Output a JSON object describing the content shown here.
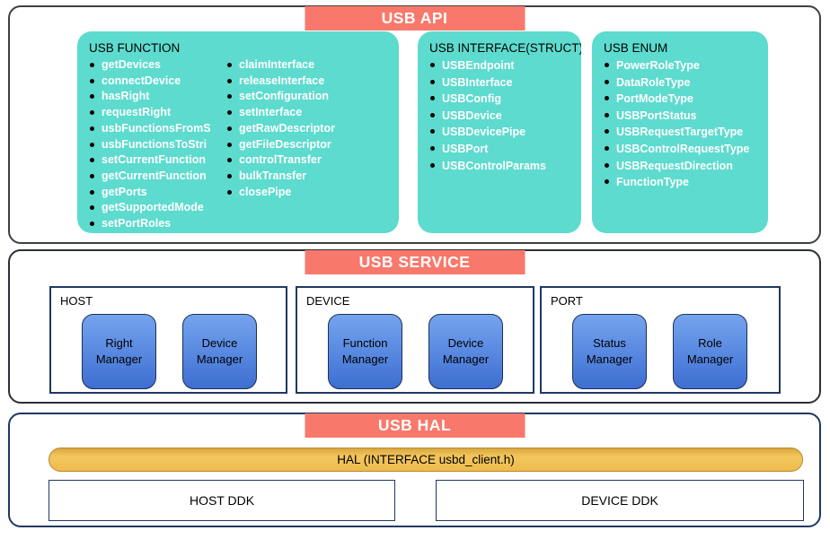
{
  "diagram": {
    "api": {
      "title": "USB API",
      "function_box": {
        "title": "USB FUNCTION",
        "col1": [
          "getDevices",
          "connectDevice",
          "hasRight",
          "requestRight",
          "usbFunctionsFromS",
          "usbFunctionsToStri",
          "setCurrentFunction",
          "getCurrentFunction",
          "getPorts",
          "getSupportedMode",
          "setPortRoles"
        ],
        "col2": [
          "claimInterface",
          "releaseInterface",
          "setConfiguration",
          "setInterface",
          "getRawDescriptor",
          "getFileDescriptor",
          "controlTransfer",
          "bulkTransfer",
          "closePipe"
        ]
      },
      "interface_box": {
        "title": "USB INTERFACE(STRUCT)",
        "items": [
          "USBEndpoint",
          "USBInterface",
          "USBConfig",
          "USBDevice",
          "USBDevicePipe",
          "USBPort",
          "USBControlParams"
        ]
      },
      "enum_box": {
        "title": "USB ENUM",
        "items": [
          "PowerRoleType",
          "DataRoleType",
          "PortModeType",
          "USBPortStatus",
          "USBRequestTargetType",
          "USBControlRequestType",
          "USBRequestDirection",
          "FunctionType"
        ]
      }
    },
    "service": {
      "title": "USB SERVICE",
      "groups": [
        {
          "label": "HOST",
          "managers": [
            "Right Manager",
            "Device Manager"
          ]
        },
        {
          "label": "DEVICE",
          "managers": [
            "Function Manager",
            "Device Manager"
          ]
        },
        {
          "label": "PORT",
          "managers": [
            "Status Manager",
            "Role Manager"
          ]
        }
      ]
    },
    "hal": {
      "title": "USB HAL",
      "interface_bar": "HAL (INTERFACE usbd_client.h)",
      "ddk_boxes": [
        "HOST DDK",
        "DEVICE DDK"
      ]
    }
  },
  "colors": {
    "banner_salmon": "#f8796b",
    "teal_box": "#5ddbce",
    "manager_blue_top": "#74a4ee",
    "manager_blue_bottom": "#3d6ed1",
    "hal_gold": "#f3c75e",
    "navy_border": "#1f3864",
    "dark_border": "#3f3f3f"
  }
}
